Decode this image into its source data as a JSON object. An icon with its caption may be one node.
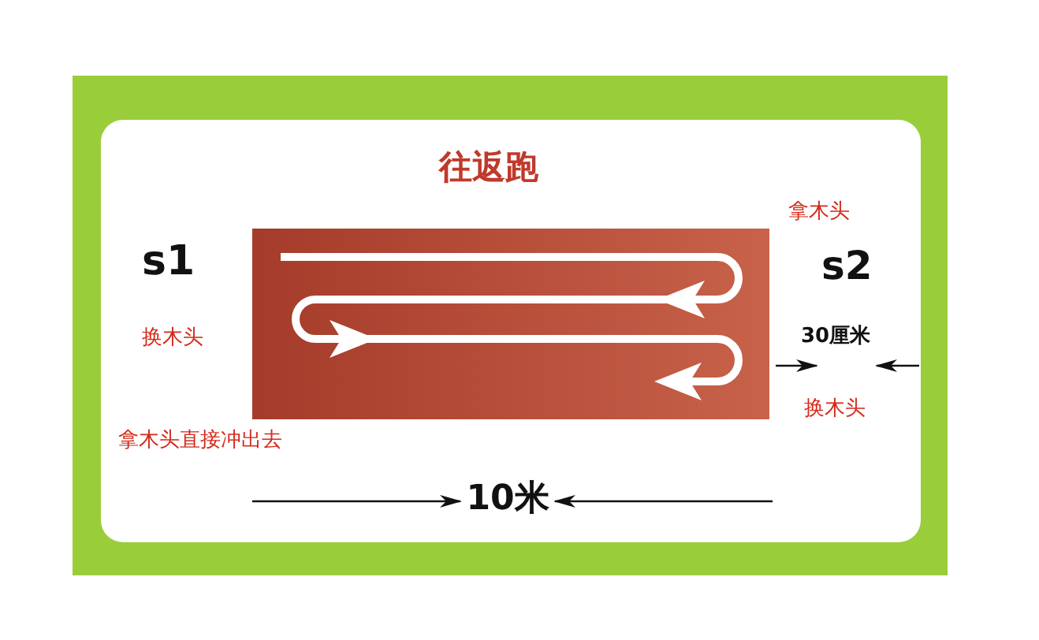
{
  "diagram": {
    "title": "往返跑",
    "labels": [
      "拿木头",
      "s1",
      "s2",
      "换木头",
      "30厘米",
      "换木头",
      "拿木头直接冲出去",
      "10米"
    ]
  }
}
